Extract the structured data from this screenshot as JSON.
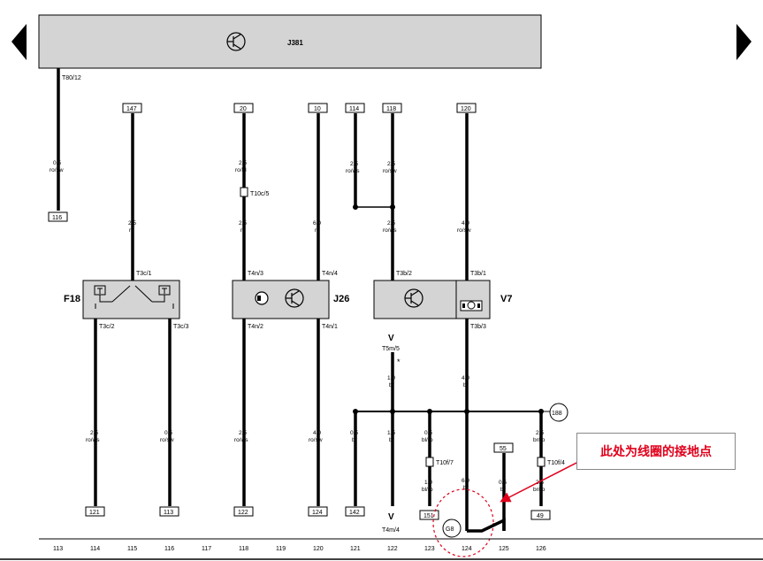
{
  "relay": {
    "name": "J381"
  },
  "relay_pin": "T80/12",
  "terminals": [
    {
      "id": "t147",
      "label": "147"
    },
    {
      "id": "t20",
      "label": "20"
    },
    {
      "id": "t10",
      "label": "10"
    },
    {
      "id": "t114",
      "label": "114"
    },
    {
      "id": "t118",
      "label": "118"
    },
    {
      "id": "t120",
      "label": "120"
    },
    {
      "id": "t116",
      "label": "116"
    },
    {
      "id": "t121",
      "label": "121"
    },
    {
      "id": "t113",
      "label": "113"
    },
    {
      "id": "t122",
      "label": "122"
    },
    {
      "id": "t124",
      "label": "124"
    },
    {
      "id": "t142",
      "label": "142"
    },
    {
      "id": "t151",
      "label": "151"
    },
    {
      "id": "t55",
      "label": "55"
    },
    {
      "id": "t49",
      "label": "49"
    },
    {
      "id": "t188",
      "label": "188"
    },
    {
      "id": "g8",
      "label": "G8"
    }
  ],
  "wires": {
    "w1": {
      "size": "0.5",
      "color": "ro/sw"
    },
    "w2": {
      "size": "2.5",
      "color": "ro"
    },
    "w3a": {
      "size": "2.5",
      "color": "ro/bl"
    },
    "w3b": {
      "size": "2.5",
      "color": "ro"
    },
    "w4": {
      "size": "6.0",
      "color": "ro"
    },
    "w5": {
      "size": "2.5",
      "color": "ro/ws"
    },
    "w6": {
      "size": "2.5",
      "color": "ro/sw"
    },
    "w7": {
      "size": "2.5",
      "color": "ro/ws"
    },
    "w8": {
      "size": "4.0",
      "color": "ro/sw"
    },
    "w9": {
      "size": "2.5",
      "color": "ro/ws"
    },
    "w10": {
      "size": "0.5",
      "color": "ro/sw"
    },
    "w11": {
      "size": "2.5",
      "color": "ro/ws"
    },
    "w12": {
      "size": "4.0",
      "color": "ro/sw"
    },
    "w13": {
      "size": "1.0",
      "color": "br"
    },
    "w14": {
      "size": "4.0",
      "color": "br"
    },
    "w15": {
      "size": "0.5",
      "color": "br"
    },
    "w16": {
      "size": "1.5",
      "color": "br"
    },
    "w17a": {
      "size": "0.5",
      "color": "bl/ro"
    },
    "w17b": {
      "size": "1.0",
      "color": "bl/ro"
    },
    "w18": {
      "size": "6.0",
      "color": "br"
    },
    "w19": {
      "size": "0.5",
      "color": "br"
    },
    "w20a": {
      "size": "2.5",
      "color": "br/ro"
    },
    "w20b": {
      "size": "2.5",
      "color": "br/ro"
    }
  },
  "connectors": {
    "c1": "T10c/5",
    "c2": "T10f/7",
    "c3": "T10f/4"
  },
  "pins": {
    "p1": "T3c/1",
    "p2": "T3c/2",
    "p3": "T3c/3",
    "p4": "T4n/3",
    "p5": "T4n/4",
    "p6": "T4n/2",
    "p7": "T4n/1",
    "p8": "T3b/2",
    "p9": "T3b/1",
    "p10": "T3b/3",
    "p11": "T5m/5",
    "p12": "T4m/4"
  },
  "components": {
    "f18": "F18",
    "j26": "J26",
    "v7": "V7",
    "v_top": "V",
    "v_bottom": "V",
    "star": "*"
  },
  "ruler": [
    "113",
    "114",
    "115",
    "116",
    "117",
    "118",
    "119",
    "120",
    "121",
    "122",
    "123",
    "124",
    "125",
    "126"
  ],
  "annotation": "此处为线圈的接地点",
  "colors": {
    "wire": "#000000",
    "box_fill": "#d4d4d4",
    "annotation_red": "#e0001b"
  }
}
